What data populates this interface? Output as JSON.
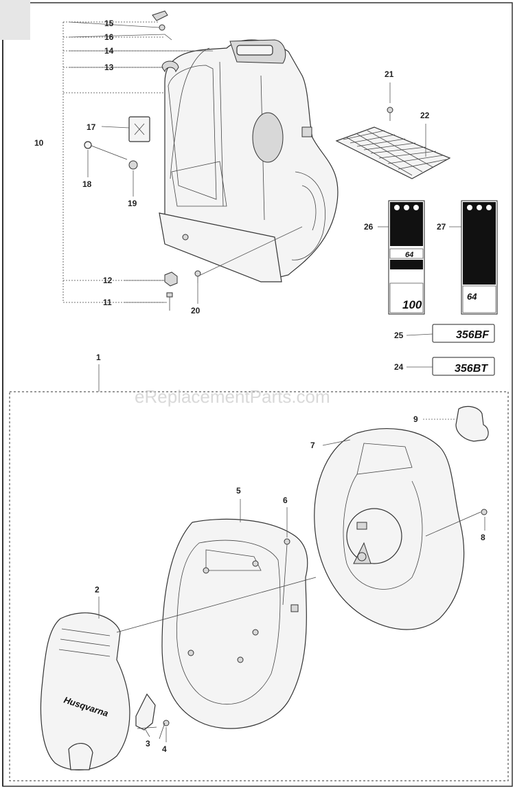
{
  "watermark": "eReplacementParts.com",
  "callouts": {
    "c1": "1",
    "c2": "2",
    "c3": "3",
    "c4": "4",
    "c5": "5",
    "c6": "6",
    "c7": "7",
    "c8": "8",
    "c9": "9",
    "c10": "10",
    "c11": "11",
    "c12": "12",
    "c13": "13",
    "c14": "14",
    "c15": "15",
    "c16": "16",
    "c17": "17",
    "c18": "18",
    "c19": "19",
    "c20": "20",
    "c21": "21",
    "c22": "22",
    "c24": "24",
    "c25": "25",
    "c26": "26",
    "c27": "27"
  },
  "stickers": {
    "model_bf": "356BF",
    "model_bt": "356BT",
    "noise_level_26": "64",
    "noise_power_26": "100",
    "noise_level_27": "64",
    "brand_cover": "Husqvarna"
  }
}
